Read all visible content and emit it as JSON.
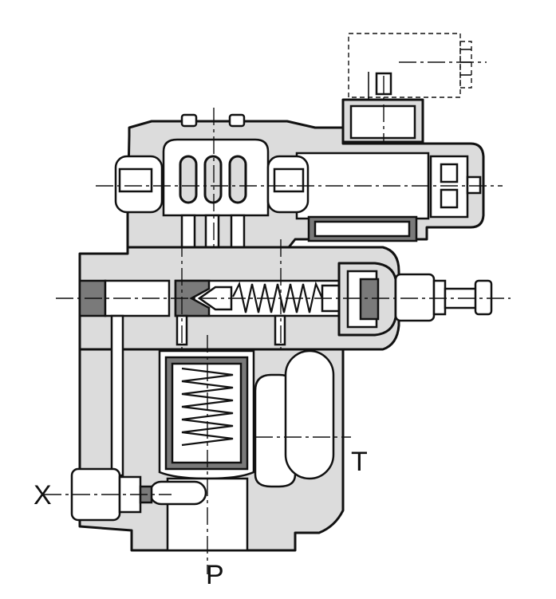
{
  "ports": {
    "x": "X",
    "t": "T",
    "p": "P"
  },
  "colors": {
    "body_fill": "#dcdcdc",
    "dark_fill": "#7a7a7a",
    "line": "#111111",
    "background": "#ffffff"
  }
}
